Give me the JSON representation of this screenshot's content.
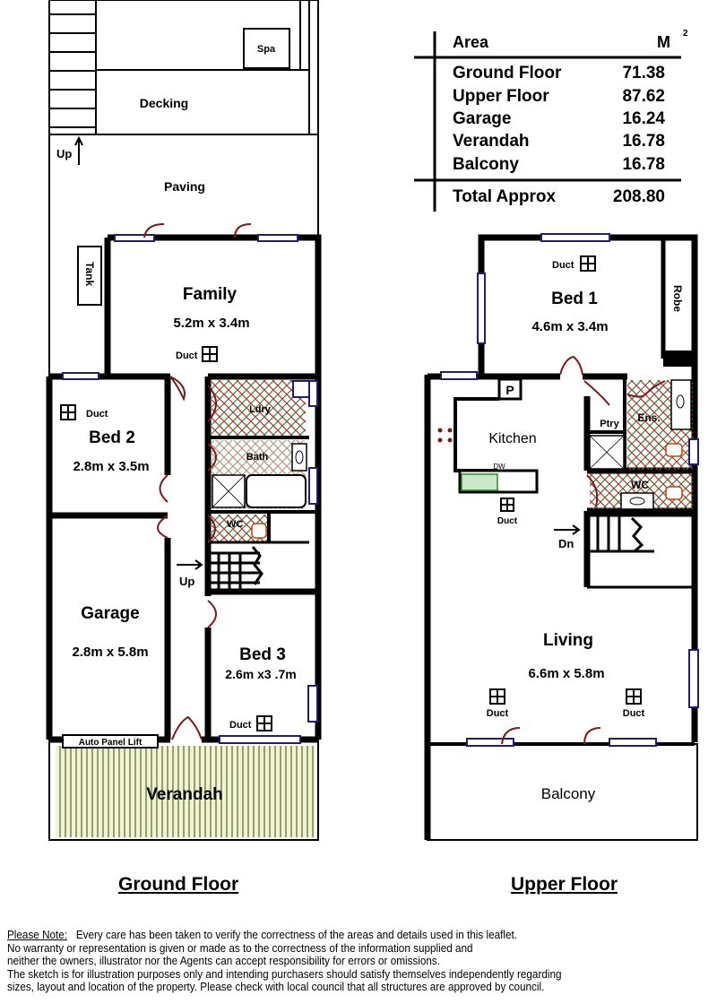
{
  "area_table": {
    "header_label": "Area",
    "header_unit": "M",
    "header_unit_sup": "2",
    "rows": [
      {
        "label": "Ground Floor",
        "value": "71.38"
      },
      {
        "label": "Upper Floor",
        "value": "87.62"
      },
      {
        "label": "Garage",
        "value": "16.24"
      },
      {
        "label": "Verandah",
        "value": "16.78"
      },
      {
        "label": "Balcony",
        "value": "16.78"
      }
    ],
    "total_label": "Total Approx",
    "total_value": "208.80"
  },
  "ground_floor": {
    "title": "Ground Floor",
    "labels": {
      "spa": "Spa",
      "decking": "Decking",
      "up_top": "Up",
      "paving": "Paving",
      "tank": "Tank",
      "family": "Family",
      "family_size": "5.2m x 3.4m",
      "duct_family": "Duct",
      "duct_bed2": "Duct",
      "bed2": "Bed 2",
      "bed2_size": "2.8m x 3.5m",
      "ldry": "Ldry",
      "bath": "Bath",
      "wc": "WC",
      "up_stairs": "Up",
      "garage": "Garage",
      "garage_size": "2.8m x 5.8m",
      "bed3": "Bed 3",
      "bed3_size": "2.6m x3 .7m",
      "duct_bed3": "Duct",
      "auto_panel_lift": "Auto Panel Lift",
      "verandah": "Verandah"
    }
  },
  "upper_floor": {
    "title": "Upper Floor",
    "labels": {
      "duct_bed1": "Duct",
      "bed1": "Bed 1",
      "bed1_size": "4.6m x 3.4m",
      "robe": "Robe",
      "pantry_p": "P",
      "kitchen": "Kitchen",
      "dw": "DW",
      "duct_kitchen": "Duct",
      "ptry": "Ptry",
      "ens": "Ens.",
      "wc": "WC",
      "dn": "Dn",
      "living": "Living",
      "living_size": "6.6m x 5.8m",
      "duct_living_left": "Duct",
      "duct_living_right": "Duct",
      "balcony": "Balcony"
    }
  },
  "disclaimer": {
    "lead": "Please Note:",
    "lines": [
      "Every care has been taken to verify the correctness of the areas and details used in this leaflet.",
      "No warranty or representation is given or made as to the correctness of the information supplied and",
      "neither the owners, illustrator nor the Agents can accept responsibility for errors or omissions.",
      "The sketch is for illustration purposes only and intending purchasers should satisfy themselves independently regarding",
      "sizes, layout and location of the property. Please check with local council that all structures are approved by council."
    ]
  },
  "colors": {
    "wall": "#000000",
    "window": "#2a1a6e",
    "door": "#7a1a1a",
    "verandah": "#5a6b1a",
    "tile_red": "#b03030",
    "tile_green": "#2e8b2e"
  }
}
